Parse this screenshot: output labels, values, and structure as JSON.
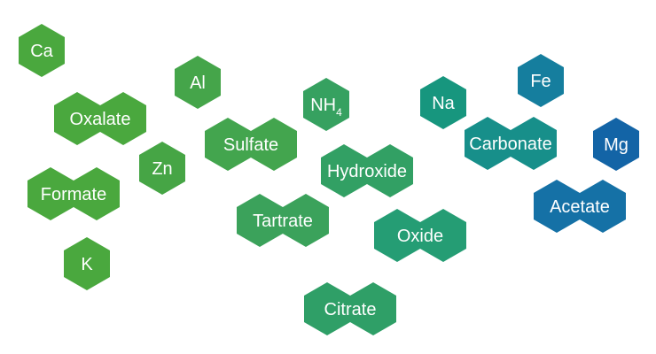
{
  "diagram": {
    "nodes": [
      {
        "id": "ca",
        "label": "Ca",
        "shape": "single",
        "color": "#4aa83e"
      },
      {
        "id": "oxalate",
        "label": "Oxalate",
        "shape": "double",
        "color": "#4aa83e"
      },
      {
        "id": "formate",
        "label": "Formate",
        "shape": "double",
        "color": "#4aa83e"
      },
      {
        "id": "k",
        "label": "K",
        "shape": "single",
        "color": "#4aa83e"
      },
      {
        "id": "zn",
        "label": "Zn",
        "shape": "single",
        "color": "#46a545"
      },
      {
        "id": "al",
        "label": "Al",
        "shape": "single",
        "color": "#45a54a"
      },
      {
        "id": "sulfate",
        "label": "Sulfate",
        "shape": "double",
        "color": "#43a54e"
      },
      {
        "id": "tartrate",
        "label": "Tartrate",
        "shape": "double",
        "color": "#3ba25b"
      },
      {
        "id": "nh4",
        "label": "NH",
        "label_sub": "4",
        "shape": "single",
        "color": "#36a160"
      },
      {
        "id": "hydroxide",
        "label": "Hydroxide",
        "shape": "double",
        "color": "#32a064"
      },
      {
        "id": "citrate",
        "label": "Citrate",
        "shape": "double",
        "color": "#2f9f67"
      },
      {
        "id": "oxide",
        "label": "Oxide",
        "shape": "double",
        "color": "#259d74"
      },
      {
        "id": "na",
        "label": "Na",
        "shape": "single",
        "color": "#17967e"
      },
      {
        "id": "carbonate",
        "label": "Carbonate",
        "shape": "double",
        "color": "#178f8a"
      },
      {
        "id": "fe",
        "label": "Fe",
        "shape": "single",
        "color": "#157e9e"
      },
      {
        "id": "acetate",
        "label": "Acetate",
        "shape": "double",
        "color": "#1571a6"
      },
      {
        "id": "mg",
        "label": "Mg",
        "shape": "single",
        "color": "#1364a6"
      }
    ]
  }
}
